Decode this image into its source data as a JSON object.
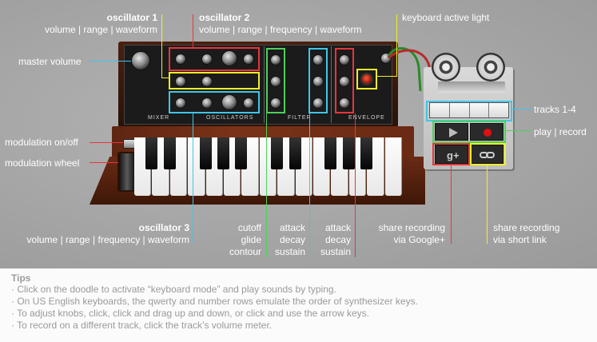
{
  "labels": {
    "osc1_title": "oscillator 1",
    "osc1_sub": "volume | range | waveform",
    "osc2_title": "oscillator 2",
    "osc2_sub": "volume | range | frequency | waveform",
    "keyboard_light": "keyboard active light",
    "master_volume": "master volume",
    "tracks": "tracks 1-4",
    "play_record": "play | record",
    "modulation_onoff": "modulation on/off",
    "modulation_wheel": "modulation wheel",
    "osc3_title": "oscillator 3",
    "osc3_sub": "volume | range | frequency | waveform",
    "filter1": [
      "cutoff",
      "glide",
      "contour"
    ],
    "filter2": [
      "attack",
      "decay",
      "sustain"
    ],
    "envelope": [
      "attack",
      "decay",
      "sustain"
    ],
    "share_gplus": [
      "share recording",
      "via Google+"
    ],
    "share_link": [
      "share recording",
      "via short link"
    ]
  },
  "panel": {
    "mixer": "MIXER",
    "oscillators": "OSCILLATORS",
    "filter": "FILTER",
    "envelope": "ENVELOPE"
  },
  "tips": {
    "title": "Tips",
    "lines": [
      "· Click on the doodle to activate “keyboard mode” and play sounds by typing.",
      "· On US English keyboards, the qwerty and number rows emulate the order of synthesizer keys.",
      "· To adjust knobs, click, click and drag up and down, or click and use the arrow keys.",
      "· To record on a different track, click the track’s volume meter."
    ]
  },
  "colors": {
    "yellow": "#f2ef2a",
    "red": "#e8353b",
    "cyan": "#3fc6e8",
    "green": "#4fd05a",
    "wood": "#6b2b14",
    "panel": "#1c1c1c"
  },
  "icons": [
    "play-icon",
    "record-icon",
    "google-plus-icon",
    "link-icon"
  ]
}
